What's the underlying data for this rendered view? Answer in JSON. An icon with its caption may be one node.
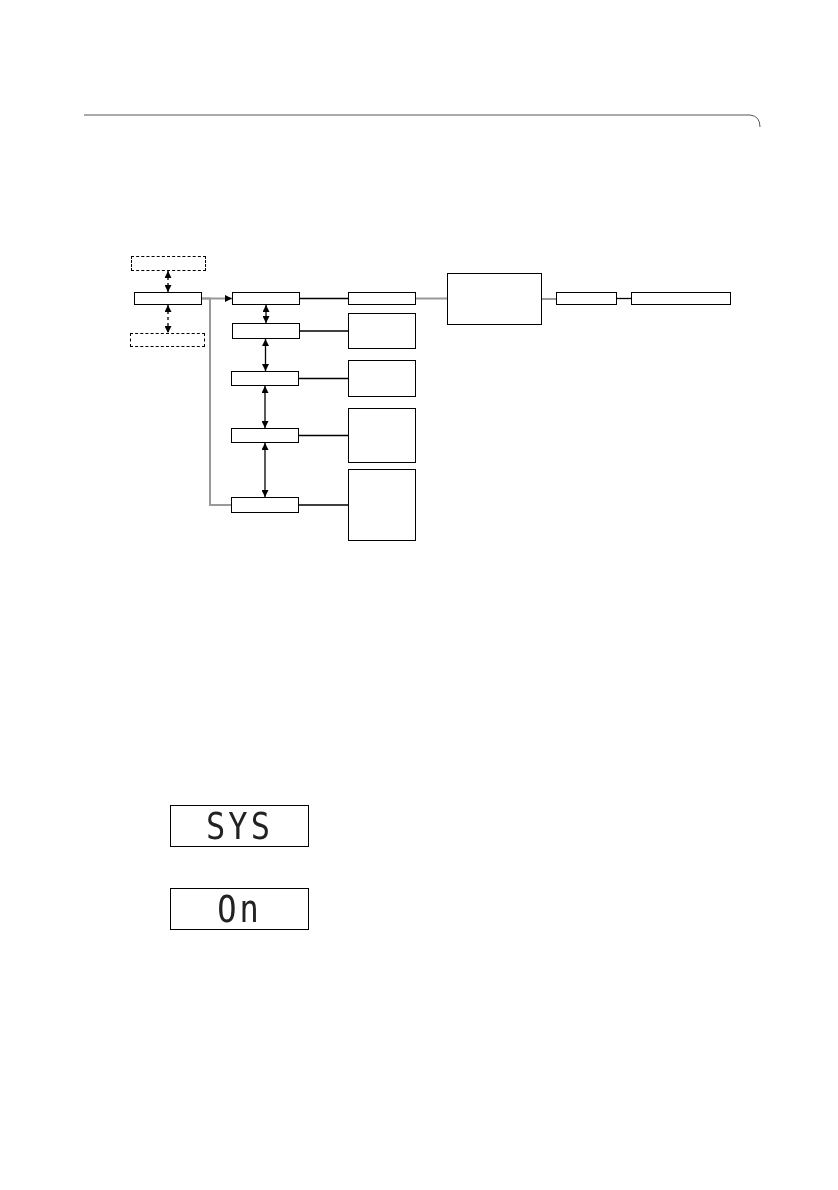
{
  "diagram": {
    "nodes": [
      {
        "text": [],
        "shape": "box"
      },
      {
        "text": [],
        "shape": "box"
      },
      {
        "text": [],
        "shape": "box"
      },
      {
        "text": [],
        "shape": "box"
      },
      {
        "text": [],
        "shape": "box"
      },
      {
        "text": [],
        "shape": "box"
      },
      {
        "text": [],
        "shape": "box"
      },
      {
        "text": [],
        "shape": "box"
      },
      {
        "text": [],
        "shape": "box"
      },
      {
        "text": [],
        "shape": "box"
      },
      {
        "text": [],
        "shape": "box"
      },
      {
        "text": [],
        "shape": "box"
      },
      {
        "text": [],
        "shape": "box"
      },
      {
        "text": [],
        "shape": "box"
      },
      {
        "text": [],
        "shape": "box"
      },
      {
        "text": [],
        "shape": "box"
      },
      {
        "text": [
          "SYS"
        ]
      },
      {
        "text": [
          "On"
        ]
      }
    ],
    "edges": [
      {
        "from": 1,
        "to": 0,
        "arrow": "both",
        "style": "dashed"
      },
      {
        "from": 1,
        "to": 2,
        "arrow": "both",
        "style": "dashed"
      },
      {
        "from": 1,
        "to": 3,
        "arrow": "to",
        "color": "#999999"
      },
      {
        "from": 1,
        "to": 7,
        "arrow": "none",
        "color": "#999999"
      },
      {
        "from": 3,
        "to": 4,
        "arrow": "both"
      },
      {
        "from": 4,
        "to": 5,
        "arrow": "both"
      },
      {
        "from": 5,
        "to": 6,
        "arrow": "both"
      },
      {
        "from": 6,
        "to": 7,
        "arrow": "both"
      },
      {
        "from": 3,
        "to": 8,
        "arrow": "none"
      },
      {
        "from": 4,
        "to": 9,
        "arrow": "none"
      },
      {
        "from": 5,
        "to": 10,
        "arrow": "none"
      },
      {
        "from": 6,
        "to": 11,
        "arrow": "none"
      },
      {
        "from": 7,
        "to": 12,
        "arrow": "none"
      },
      {
        "from": 8,
        "to": 13,
        "arrow": "none",
        "color": "#999999"
      },
      {
        "from": 13,
        "to": 14,
        "arrow": "none",
        "color": "#999999"
      },
      {
        "from": 14,
        "to": 15,
        "arrow": "none"
      }
    ]
  }
}
